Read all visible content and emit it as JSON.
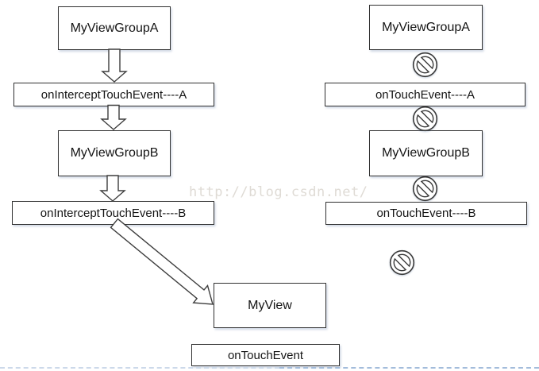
{
  "page": {
    "background": "#ffffff"
  },
  "watermark": {
    "text": "http://blog.csdn.net/",
    "color": "#dfdbd5"
  },
  "colors": {
    "box_border": "#313131",
    "box_fill": "#ffffff",
    "arrow_stroke": "#3d3d3d",
    "text": "#141414",
    "dashed_guide_left": "#ccd9ea",
    "dashed_guide_right": "#a3bcdb"
  },
  "icons": {
    "prohibition": "circle-with-backslash (event blocked / not delivered)",
    "prohibition_count": 4
  },
  "diagram": {
    "left_flow": {
      "nodes": [
        {
          "label": "MyViewGroupA"
        },
        {
          "label": "onInterceptTouchEvent----A"
        },
        {
          "label": "MyViewGroupB"
        },
        {
          "label": "onInterceptTouchEvent----B"
        },
        {
          "label": "MyView"
        },
        {
          "label": "onTouchEvent"
        }
      ],
      "arrows": [
        "MyViewGroupA -> onInterceptTouchEvent----A",
        "onInterceptTouchEvent----A -> MyViewGroupB",
        "MyViewGroupB -> onInterceptTouchEvent----B",
        "onInterceptTouchEvent----B -> MyView"
      ]
    },
    "right_flow": {
      "nodes": [
        {
          "label": "MyViewGroupA"
        },
        {
          "label": "onTouchEvent----A"
        },
        {
          "label": "MyViewGroupB"
        },
        {
          "label": "onTouchEvent----B"
        }
      ],
      "blocked_markers": [
        {
          "between": "MyViewGroupA / onTouchEvent----A"
        },
        {
          "between": "onTouchEvent----A / MyViewGroupB"
        },
        {
          "between": "MyViewGroupB / onTouchEvent----B"
        },
        {
          "between": "below onTouchEvent----B (standalone)"
        }
      ]
    }
  }
}
